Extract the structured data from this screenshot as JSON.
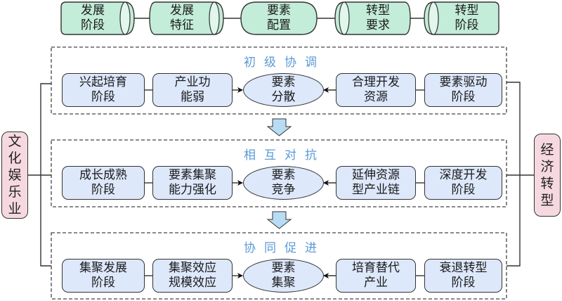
{
  "top_row": [
    {
      "line1": "发展",
      "line2": "阶段",
      "shape": "cylinder"
    },
    {
      "line1": "发展",
      "line2": "特征",
      "shape": "cylinder"
    },
    {
      "line1": "要素",
      "line2": "配置",
      "shape": "rounded"
    },
    {
      "line1": "转型",
      "line2": "要求",
      "shape": "cylinder-left"
    },
    {
      "line1": "转型",
      "line2": "阶段",
      "shape": "cylinder-left"
    }
  ],
  "left_side": {
    "chars": [
      "文",
      "化",
      "娱",
      "乐",
      "业"
    ]
  },
  "right_side": {
    "chars": [
      "经",
      "济",
      "转",
      "型"
    ]
  },
  "stages": [
    {
      "title": "初级协调",
      "left_nodes": [
        {
          "line1": "兴起培育",
          "line2": "阶段"
        },
        {
          "line1": "产业功",
          "line2": "能弱"
        }
      ],
      "center": {
        "line1": "要素",
        "line2": "分散"
      },
      "right_nodes": [
        {
          "line1": "合理开发",
          "line2": "资源"
        },
        {
          "line1": "要素驱动",
          "line2": "阶段"
        }
      ]
    },
    {
      "title": "相互对抗",
      "left_nodes": [
        {
          "line1": "成长成熟",
          "line2": "阶段"
        },
        {
          "line1": "要素集聚",
          "line2": "能力强化"
        }
      ],
      "center": {
        "line1": "要素",
        "line2": "竞争"
      },
      "right_nodes": [
        {
          "line1": "延伸资源",
          "line2": "型产业链"
        },
        {
          "line1": "深度开发",
          "line2": "阶段"
        }
      ]
    },
    {
      "title": "协同促进",
      "left_nodes": [
        {
          "line1": "集聚发展",
          "line2": "阶段"
        },
        {
          "line1": "集聚效应",
          "line2": "规模效应"
        }
      ],
      "center": {
        "line1": "要素",
        "line2": "集聚"
      },
      "right_nodes": [
        {
          "line1": "培育替代",
          "line2": "产业"
        },
        {
          "line1": "衰退转型",
          "line2": "阶段"
        }
      ]
    }
  ],
  "colors": {
    "top_fill": "#c3ecd9",
    "node_fill": "#dde8fb",
    "side_fill": "#f6d9e0",
    "title_blue": "#5b9bd5",
    "arrow_fill": "#b9dcf5"
  }
}
